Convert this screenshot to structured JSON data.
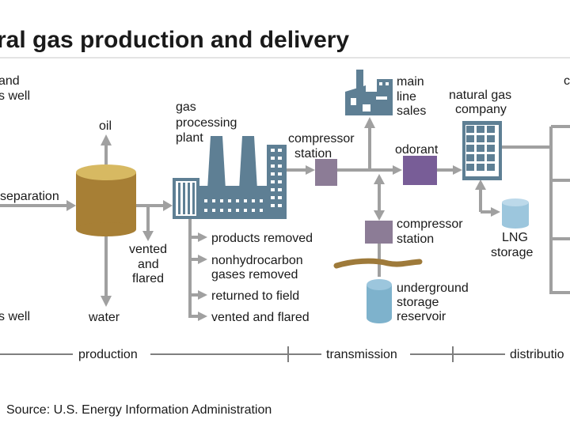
{
  "title": "ral gas production and delivery",
  "labels": {
    "oil_and_gas_well": [
      "and",
      "s well"
    ],
    "gas_well": "s well",
    "separation": "separation",
    "oil": "oil",
    "water": "water",
    "vented_and_flared": [
      "vented",
      "and",
      "flared"
    ],
    "gas_processing_plant": [
      "gas",
      "processing",
      "plant"
    ],
    "plant_outputs": [
      "products removed",
      "nonhydrocarbon",
      "gases removed",
      "returned to field",
      "vented and flared"
    ],
    "compressor_station_main": [
      "compressor",
      "station"
    ],
    "main_line_sales": [
      "main",
      "line",
      "sales"
    ],
    "odorant": "odorant",
    "compressor_station_storage": [
      "compressor",
      "station"
    ],
    "underground_storage_reservoir": [
      "underground",
      "storage",
      "reservoir"
    ],
    "natural_gas_company": [
      "natural gas",
      "company"
    ],
    "lng_storage": [
      "LNG",
      "storage"
    ],
    "right_edge_label": "c"
  },
  "stages": {
    "production": "production",
    "transmission": "transmission",
    "distribution": "distributio"
  },
  "source": "Source: U.S. Energy Information Administration",
  "colors": {
    "arrow": "#a0a0a0",
    "tank": "#a77f35",
    "tank_top": "#d7b962",
    "factory": "#5e7f94",
    "compressor": "#8c7c96",
    "odorant": "#785d97",
    "storage": "#7eb2cc",
    "lng": "#9cc6dd",
    "ground": "#9e7a3a"
  }
}
